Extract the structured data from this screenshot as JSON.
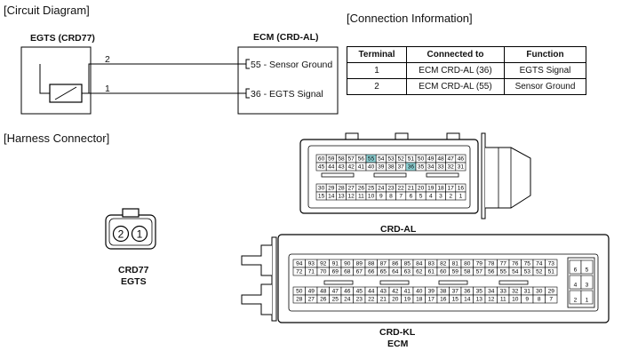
{
  "circuit": {
    "title": "[Circuit Diagram]",
    "egts_label": "EGTS (CRD77)",
    "ecm_label": "ECM (CRD-AL)",
    "wire_top_num": "2",
    "wire_bottom_num": "1",
    "ecm_pin_top": "55 - Sensor Ground",
    "ecm_pin_bottom": "36 - EGTS Signal"
  },
  "connection": {
    "title": "[Connection Information]",
    "headers": [
      "Terminal",
      "Connected to",
      "Function"
    ],
    "rows": [
      [
        "1",
        "ECM CRD-AL (36)",
        "EGTS Signal"
      ],
      [
        "2",
        "ECM CRD-AL (55)",
        "Sensor Ground"
      ]
    ]
  },
  "harness": {
    "title": "[Harness Connector]",
    "crd77": {
      "pins": [
        "2",
        "1"
      ],
      "name": "CRD77",
      "sub": "EGTS"
    },
    "crd_al": {
      "name": "CRD-AL",
      "row1": [
        "60",
        "59",
        "58",
        "57",
        "56",
        "55",
        "54",
        "53",
        "52",
        "51",
        "50",
        "49",
        "48",
        "47",
        "46"
      ],
      "row2": [
        "45",
        "44",
        "43",
        "42",
        "41",
        "40",
        "39",
        "38",
        "37",
        "36",
        "35",
        "34",
        "33",
        "32",
        "31"
      ],
      "row3": [
        "30",
        "29",
        "28",
        "27",
        "26",
        "25",
        "24",
        "23",
        "22",
        "21",
        "20",
        "19",
        "18",
        "17",
        "16"
      ],
      "row4": [
        "15",
        "14",
        "13",
        "12",
        "11",
        "10",
        "9",
        "8",
        "7",
        "6",
        "5",
        "4",
        "3",
        "2",
        "1"
      ],
      "highlight": [
        "55",
        "36"
      ]
    },
    "crd_kl": {
      "name": "CRD-KL",
      "sub": "ECM",
      "row1": [
        "94",
        "93",
        "92",
        "91",
        "90",
        "89",
        "88",
        "87",
        "86",
        "85",
        "84",
        "83",
        "82",
        "81",
        "80",
        "79",
        "78",
        "77",
        "76",
        "75",
        "74",
        "73"
      ],
      "row2": [
        "72",
        "71",
        "70",
        "69",
        "68",
        "67",
        "66",
        "65",
        "64",
        "63",
        "62",
        "61",
        "60",
        "59",
        "58",
        "57",
        "56",
        "55",
        "54",
        "53",
        "52",
        "51"
      ],
      "row3": [
        "50",
        "49",
        "48",
        "47",
        "46",
        "45",
        "44",
        "43",
        "42",
        "41",
        "40",
        "39",
        "38",
        "37",
        "36",
        "35",
        "34",
        "33",
        "32",
        "31",
        "30",
        "29"
      ],
      "row4": [
        "28",
        "27",
        "26",
        "25",
        "24",
        "23",
        "22",
        "21",
        "20",
        "19",
        "18",
        "17",
        "16",
        "15",
        "14",
        "13",
        "12",
        "11",
        "10",
        "9",
        "8",
        "7"
      ],
      "side": [
        [
          "6",
          "5"
        ],
        [
          "4",
          "3"
        ],
        [
          "2",
          "1"
        ]
      ]
    }
  },
  "colors": {
    "highlight": "#8fd3d6"
  }
}
